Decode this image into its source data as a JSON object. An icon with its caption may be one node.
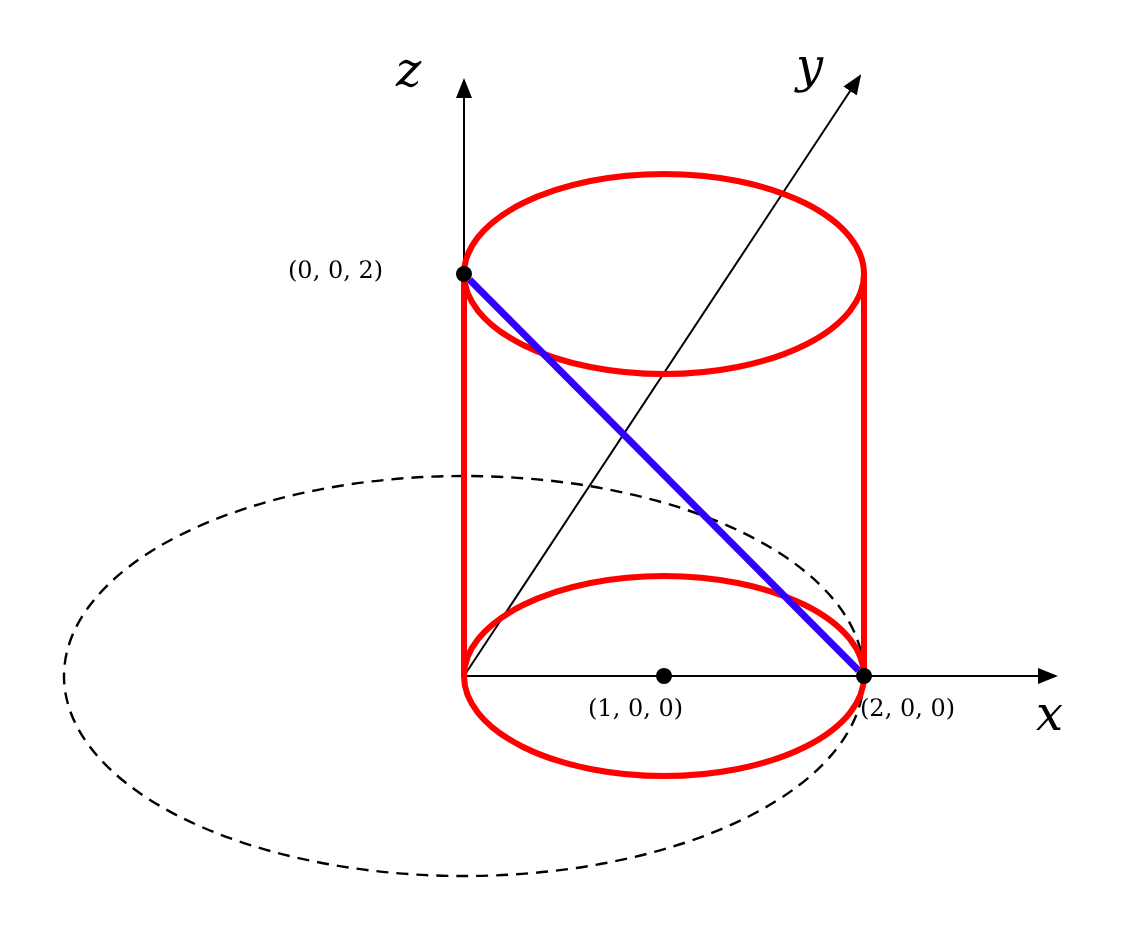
{
  "diagram": {
    "nodes": [
      {
        "text": [],
        "shape": "circle",
        "beside": [
          "(0, 0, 2)"
        ]
      },
      {
        "text": [],
        "shape": "circle",
        "beside": [
          "(1, 0, 0)"
        ]
      },
      {
        "text": [],
        "shape": "circle",
        "beside": [
          "(2, 0, 0)"
        ]
      }
    ],
    "edges": [
      {
        "from": 0,
        "to": 2,
        "arrow": "none",
        "color": "#3300ff"
      }
    ],
    "labels": [
      "z",
      "y",
      "x"
    ]
  }
}
